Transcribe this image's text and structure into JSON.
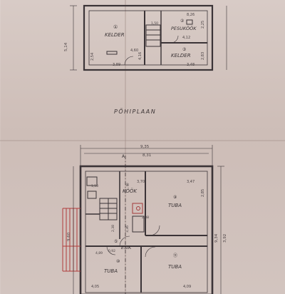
{
  "title": "PÕHIPLAAN",
  "basement": {
    "dim_width_right": "5,14",
    "rooms": [
      {
        "number": "①",
        "name": "KELDER"
      },
      {
        "number": "②",
        "name": "PESUKÖÖK"
      },
      {
        "number": "③",
        "name": "KELDER"
      }
    ],
    "dims": [
      "4,60",
      "3,89",
      "8,26",
      "4,12",
      "3,48",
      "2,54",
      "4,16",
      "2,83",
      "1,50",
      "2,25"
    ]
  },
  "main_floor": {
    "overall_dims": [
      "9,35",
      "8,31"
    ],
    "rooms": [
      {
        "number": "④",
        "name": "KÖÖK"
      },
      {
        "number": "⑨",
        "name": "TUBA"
      },
      {
        "number": "⑤",
        "name": "ESIK"
      },
      {
        "number": "⑩",
        "name": "TUBA"
      },
      {
        "number": "⑪",
        "name": "TUBA"
      }
    ],
    "section_mark": "A",
    "dims": [
      "3,70",
      "3,47",
      "1,18",
      "2,38",
      "2,85",
      "4,05",
      "4,09",
      "9,34",
      "9,60",
      "3,92",
      "0,92",
      "4,89",
      "2,38",
      "3,36"
    ]
  }
}
